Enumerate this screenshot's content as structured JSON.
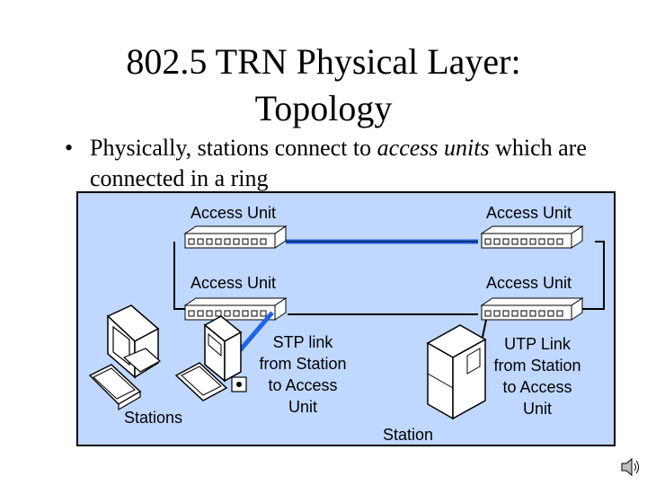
{
  "slide": {
    "title_line1": "802.5 TRN Physical Layer:",
    "title_line2": "Topology",
    "bullet_symbol": "•",
    "bullet_part1": "Physically, stations connect to ",
    "bullet_emphasis": "access units",
    "bullet_part2": " which are connected in a ring"
  },
  "diagram": {
    "colors": {
      "panel": "#c0d8ff",
      "ring_link": "#1f63e6",
      "device": "#ffffff",
      "stroke": "#000000"
    },
    "access_unit_top_left": "Access Unit",
    "access_unit_top_right": "Access Unit",
    "access_unit_mid_left": "Access Unit",
    "access_unit_mid_right": "Access Unit",
    "stations_label": "Stations",
    "stp_line1": "STP link",
    "stp_line2": "from Station",
    "stp_line3": "to Access",
    "stp_line4": "Unit",
    "utp_line1": "UTP Link",
    "utp_line2": "from Station",
    "utp_line3": "to Access",
    "utp_line4": "Unit",
    "station_label": "Station"
  },
  "icons": {
    "speaker": "speaker-icon"
  }
}
